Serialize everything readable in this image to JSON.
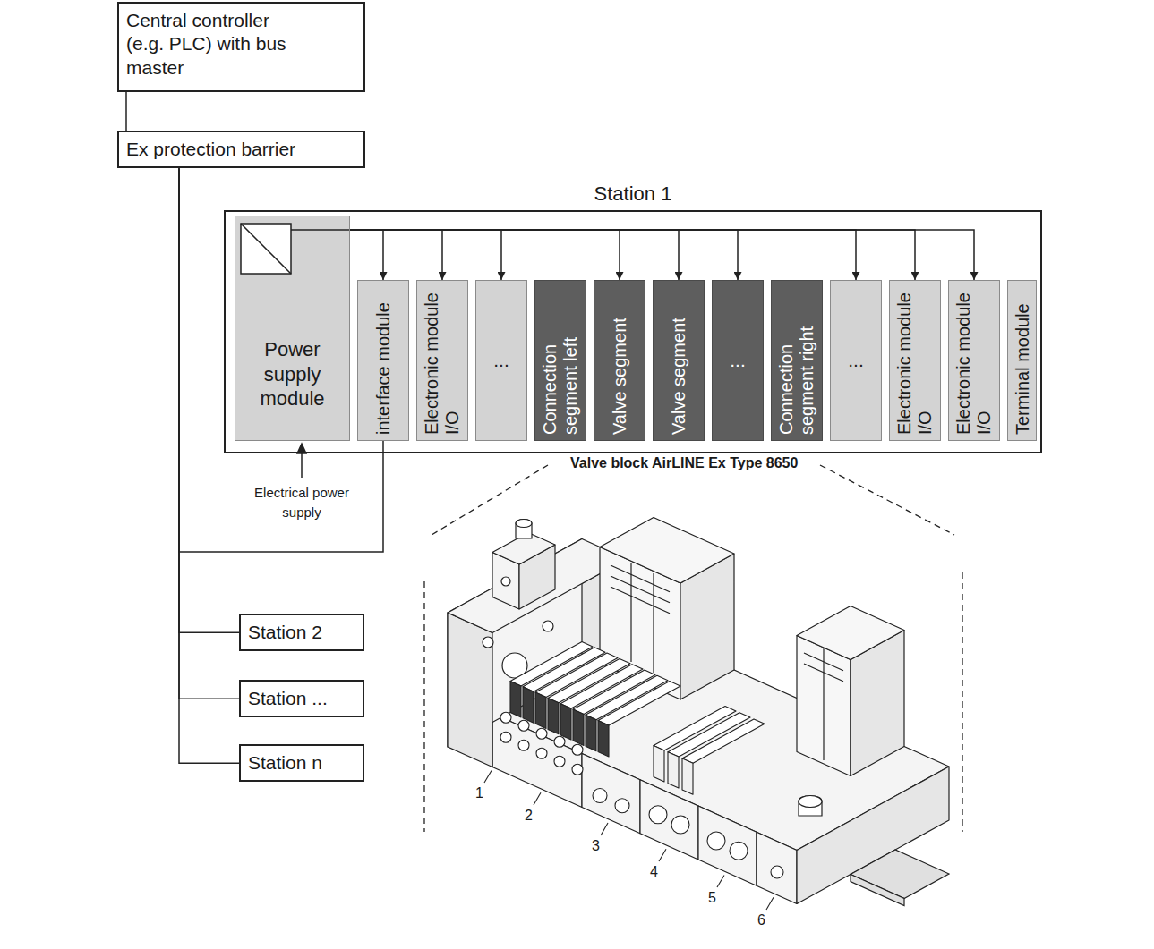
{
  "diagram": {
    "nodes": [
      {
        "text": [
          "Central controller (e.g. PLC) with bus master"
        ]
      },
      {
        "text": [
          "Ex protection barrier"
        ]
      },
      {
        "text": [
          "Station 1"
        ]
      },
      {
        "text": [
          "Power supply module"
        ],
        "in": 2
      },
      {
        "text": [
          "interface module"
        ],
        "in": 2
      },
      {
        "text": [
          "Electronic module I/O"
        ],
        "in": 2
      },
      {
        "text": [
          "..."
        ],
        "in": 2
      },
      {
        "text": [
          "Connection segment left"
        ],
        "in": 2
      },
      {
        "text": [
          "Valve segment"
        ],
        "in": 2
      },
      {
        "text": [
          "Valve segment"
        ],
        "in": 2
      },
      {
        "text": [
          "..."
        ],
        "in": 2
      },
      {
        "text": [
          "Connection segment right"
        ],
        "in": 2
      },
      {
        "text": [
          "..."
        ],
        "in": 2
      },
      {
        "text": [
          "Electronic module I/O"
        ],
        "in": 2
      },
      {
        "text": [
          "Electronic module I/O"
        ],
        "in": 2
      },
      {
        "text": [
          "Terminal module"
        ],
        "in": 2
      },
      {
        "text": [
          "Station 2"
        ]
      },
      {
        "text": [
          "Station ..."
        ]
      },
      {
        "text": [
          "Station n"
        ]
      }
    ],
    "edges": [
      {
        "from": 0,
        "to": 1,
        "arrow": "none"
      },
      {
        "from": 1,
        "to": 4,
        "arrow": "none"
      },
      {
        "from": 1,
        "to": 16,
        "arrow": "none"
      },
      {
        "from": 1,
        "to": 17,
        "arrow": "none"
      },
      {
        "from": 1,
        "to": 18,
        "arrow": "none"
      },
      {
        "from": 3,
        "to": 4,
        "arrow": "to"
      },
      {
        "from": 3,
        "to": 5,
        "arrow": "to"
      },
      {
        "from": 3,
        "to": 6,
        "arrow": "to"
      },
      {
        "from": 3,
        "to": 8,
        "arrow": "to"
      },
      {
        "from": 3,
        "to": 9,
        "arrow": "to"
      },
      {
        "from": 3,
        "to": 10,
        "arrow": "to"
      },
      {
        "from": 3,
        "to": 12,
        "arrow": "to"
      },
      {
        "from": 3,
        "to": 13,
        "arrow": "to"
      },
      {
        "from": 3,
        "to": 14,
        "arrow": "to"
      }
    ],
    "labels": [
      "Valve block AirLINE Ex Type 8650",
      "Electrical power supply",
      "1",
      "2",
      "3",
      "4",
      "5",
      "6"
    ]
  }
}
